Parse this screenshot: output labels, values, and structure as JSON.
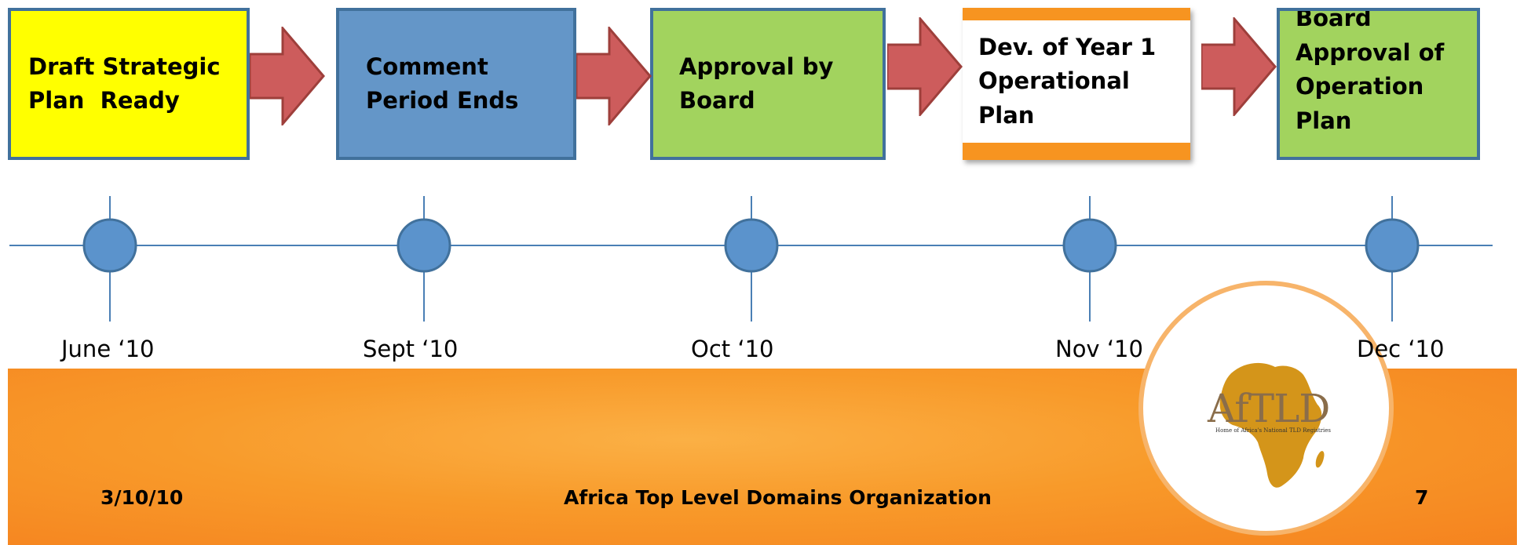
{
  "steps": [
    {
      "lines": [
        "Draft Strategic",
        "Plan  Ready"
      ],
      "color": "#ffff00"
    },
    {
      "lines": [
        "Comment",
        "Period Ends"
      ],
      "color": "#6496c8"
    },
    {
      "lines": [
        "Approval by",
        "Board"
      ],
      "color": "#a2d35e"
    },
    {
      "lines": [
        "Dev. of Year 1",
        "Operational",
        "Plan"
      ],
      "color": "#ffffff"
    },
    {
      "lines": [
        "Board",
        "Approval of",
        "Operation Plan"
      ],
      "color": "#a2d35e"
    }
  ],
  "timeline": {
    "dates": [
      "June ‘10",
      "Sept ‘10",
      "Oct ‘10",
      "Nov ‘10",
      "Dec ‘10"
    ],
    "marker_color": "#5b93cc",
    "line_color": "#4a7fb5"
  },
  "arrow_color": "#cd5c5c",
  "footer": {
    "date": "3/10/10",
    "org": "Africa Top Level Domains Organization",
    "page": "7",
    "color": "#f7941d"
  },
  "logo": {
    "name": "AfTLD",
    "tagline": "Home of Africa's National TLD Registries"
  }
}
